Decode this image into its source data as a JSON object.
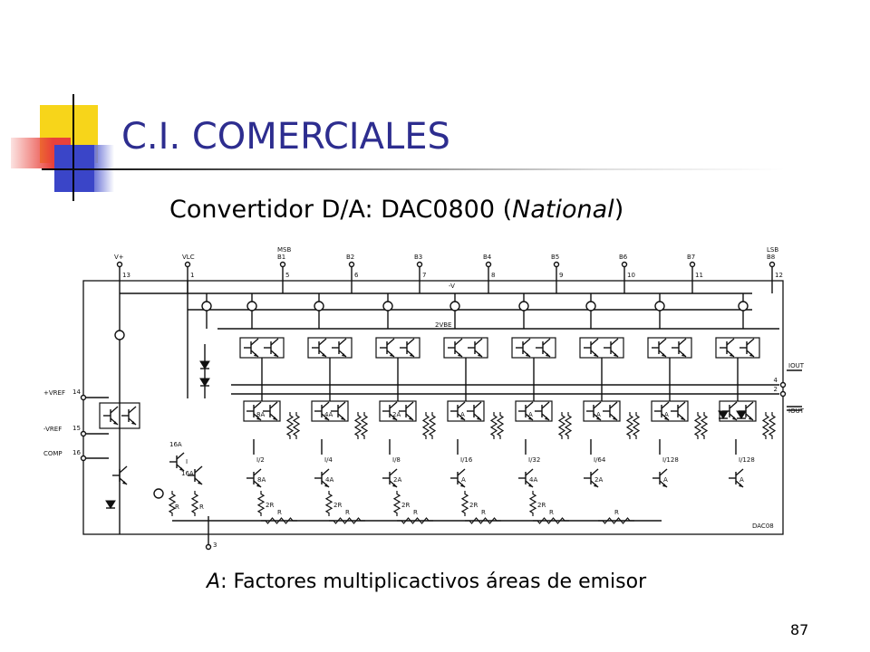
{
  "slide": {
    "title": "C.I. COMERCIALES",
    "subtitle_main": "Convertidor D/A: DAC0800 (",
    "subtitle_italic": "National",
    "subtitle_end": ")",
    "caption_italic": "A",
    "caption_rest": ": Factores multiplicactivos áreas de emisor",
    "page_number": "87"
  },
  "colors": {
    "title": "#2d2d8f",
    "deco_yellow": "#f7d51a",
    "deco_red": "#e8413a",
    "deco_blue": "#3a45c8"
  },
  "schematic": {
    "pins": [
      {
        "name": "V+",
        "num": "13"
      },
      {
        "name": "VLC",
        "num": "1"
      },
      {
        "name": "B1",
        "num": "5",
        "extra": "MSB"
      },
      {
        "name": "B2",
        "num": "6"
      },
      {
        "name": "B3",
        "num": "7"
      },
      {
        "name": "B4",
        "num": "8"
      },
      {
        "name": "B5",
        "num": "9"
      },
      {
        "name": "B6",
        "num": "10"
      },
      {
        "name": "B7",
        "num": "11"
      },
      {
        "name": "B8",
        "num": "12",
        "extra": "LSB"
      }
    ],
    "left_pins": [
      {
        "name": "+VREF",
        "num": "14"
      },
      {
        "name": "-VREF",
        "num": "15"
      },
      {
        "name": "COMP",
        "num": "16"
      }
    ],
    "right_pins": [
      {
        "name": "IOUT",
        "num": "4"
      },
      {
        "name": "IOUT",
        "num": "2"
      }
    ],
    "bottom_pin": "3",
    "minus_v_label": "-V",
    "vbe_label": "2VBE",
    "chip_label": "DAC08",
    "ratio_labels_top": [
      "8A",
      "4A",
      "2A",
      "A",
      "A",
      "A",
      "A"
    ],
    "current_labels": [
      "I/2",
      "I/4",
      "I/8",
      "I/16",
      "I/32",
      "I/64",
      "I/128",
      "I/128"
    ],
    "ladder_emitters": [
      "8A",
      "4A",
      "2A",
      "A",
      "4A",
      "2A",
      "A",
      "A"
    ],
    "ladder_2r": [
      "2R",
      "2R",
      "2R",
      "2R",
      "2R"
    ],
    "ladder_r": [
      "R",
      "R",
      "R",
      "R",
      "R",
      "R"
    ],
    "ref_labels": [
      "16A",
      "16A",
      "I",
      "R",
      "R"
    ]
  }
}
